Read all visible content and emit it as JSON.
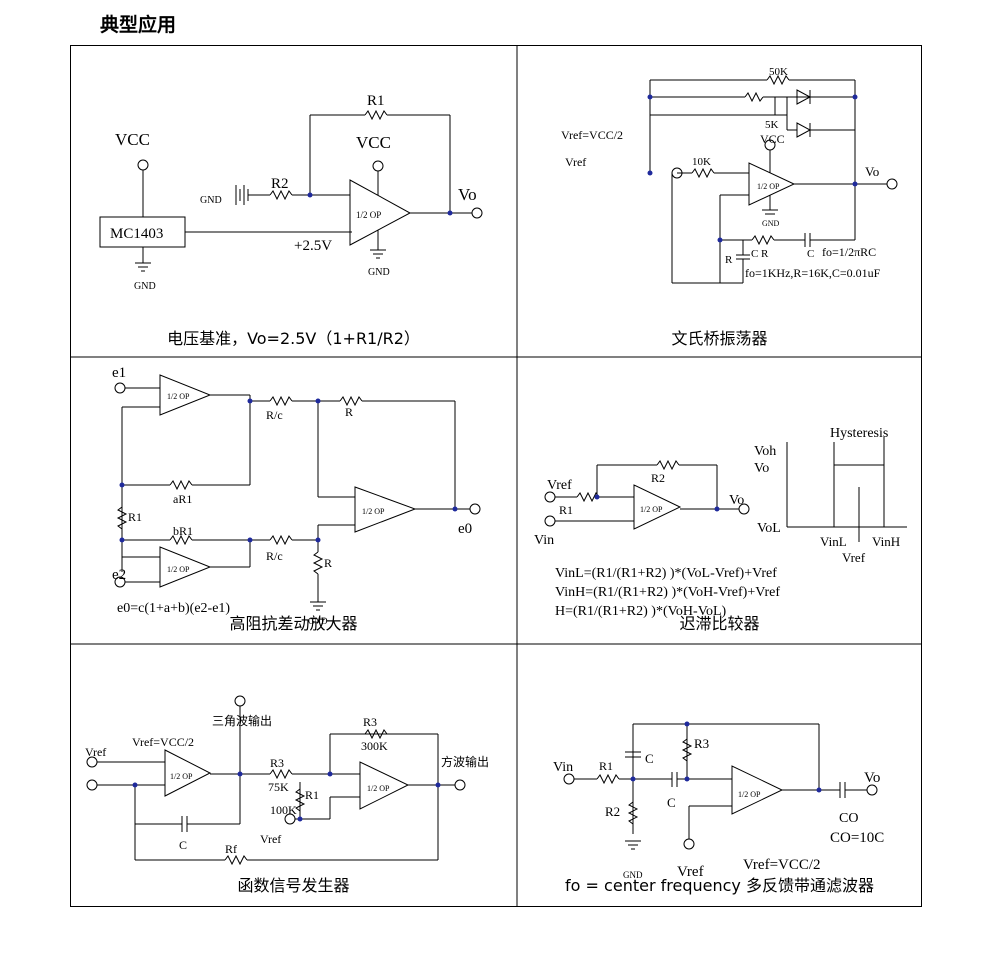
{
  "heading": "典型应用",
  "cells": [
    {
      "caption": "电压基准，Vo=2.5V（1+R1/R2）",
      "labels": {
        "vcc1": "VCC",
        "vcc2": "VCC",
        "r1": "R1",
        "r2": "R2",
        "gnd_left": "GND",
        "op": "1/2 OP",
        "vo": "Vo",
        "chip": "MC1403",
        "gnd_chip": "GND",
        "v25": "+2.5V",
        "gnd_op": "GND"
      }
    },
    {
      "caption": "文氏桥振荡器",
      "labels": {
        "r50k": "50K",
        "r5k": "5K",
        "vref_eq": "Vref=VCC/2",
        "vref": "Vref",
        "r10k": "10K",
        "vcc": "VCC",
        "op": "1/2 OP",
        "gnd": "GND",
        "vo": "Vo",
        "r_a": "R",
        "c_a": "C",
        "r_b": "R",
        "c_b": "C",
        "fo_eq": "fo=1/2πRC",
        "fo_val": "fo=1KHz,R=16K,C=0.01uF"
      }
    },
    {
      "caption": "高阻抗差动放大器",
      "labels": {
        "e1": "e1",
        "e2": "e2",
        "op1": "1/2 OP",
        "op2": "1/2 OP",
        "op3": "1/2 OP",
        "rc1": "R/c",
        "rc2": "R/c",
        "r_top": "R",
        "r_bot": "R",
        "ar1": "aR1",
        "r1": "R1",
        "br1": "bR1",
        "e0": "e0",
        "gnd": "GND",
        "formula": "e0=c(1+a+b)(e2-e1)"
      }
    },
    {
      "caption": "迟滞比较器",
      "labels": {
        "vref": "Vref",
        "r1": "R1",
        "r2": "R2",
        "vin": "Vin",
        "op": "1/2 OP",
        "vo": "Vo",
        "voh": "Voh",
        "vo_axis": "Vo",
        "vol": "VoL",
        "hyst": "Hysteresis",
        "vinl": "VinL",
        "vinh": "VinH",
        "vref_axis": "Vref",
        "eq1": "VinL=(R1/(R1+R2) )*(VoL-Vref)+Vref",
        "eq2": "VinH=(R1/(R1+R2) )*(VoH-Vref)+Vref",
        "eq3": "H=(R1/(R1+R2) )*(VoH-VoL)"
      }
    },
    {
      "caption": "函数信号发生器",
      "labels": {
        "tri": "三角波输出",
        "vref_eq": "Vref=VCC/2",
        "vref": "Vref",
        "op1": "1/2 OP",
        "op2": "1/2 OP",
        "r3a": "R3",
        "r75k": "75K",
        "r1": "R1",
        "r100k": "100K",
        "vref2": "Vref",
        "r3b": "R3",
        "r300k": "300K",
        "square": "方波输出",
        "c": "C",
        "rf": "Rf"
      }
    },
    {
      "caption": "fo = center frequency  多反馈带通滤波器",
      "labels": {
        "vin": "Vin",
        "r1": "R1",
        "c1": "C",
        "r3": "R3",
        "r2": "R2",
        "c2": "C",
        "op": "1/2 OP",
        "gnd": "GND",
        "vref": "Vref",
        "vref_eq": "Vref=VCC/2",
        "vo": "Vo",
        "co": "CO",
        "co_eq": "CO=10C"
      }
    }
  ]
}
